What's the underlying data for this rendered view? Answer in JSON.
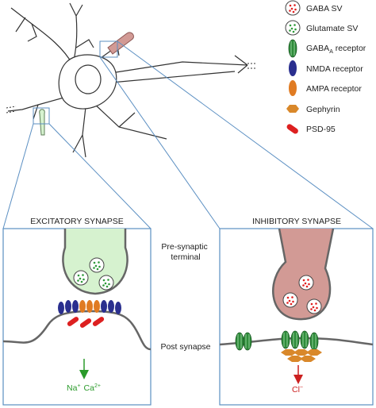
{
  "legend": {
    "items": [
      {
        "label": "GABA SV",
        "icon": "gaba-vesicle-icon"
      },
      {
        "label": "Glutamate SV",
        "icon": "glutamate-vesicle-icon"
      },
      {
        "label": "GABA",
        "sub": "A",
        "suffix": " receptor",
        "icon": "gaba-a-receptor-icon"
      },
      {
        "label": "NMDA receptor",
        "icon": "nmda-receptor-icon"
      },
      {
        "label": "AMPA receptor",
        "icon": "ampa-receptor-icon"
      },
      {
        "label": "Gephyrin",
        "icon": "gephyrin-icon"
      },
      {
        "label": "PSD-95",
        "icon": "psd95-icon"
      }
    ]
  },
  "panels": {
    "excitatory": {
      "title": "EXCITATORY SYNAPSE",
      "ions": {
        "na": "Na",
        "na_charge": "+",
        "ca": "Ca",
        "ca_charge": "2+"
      }
    },
    "inhibitory": {
      "title": "INHIBITORY SYNAPSE",
      "ions": {
        "cl": "Cl",
        "cl_charge": "−"
      }
    }
  },
  "center_labels": {
    "presynaptic_line1": "Pre-synaptic",
    "presynaptic_line2": "terminal",
    "postsynapse": "Post synapse"
  },
  "colors": {
    "gaba_fill": "#d29a95",
    "gaba_stroke": "#8a5552",
    "glutamate_fill": "#d6f2cf",
    "glutamate_stroke": "#5f7f5a",
    "gaba_a_receptor": "#2e8b3a",
    "nmda_receptor": "#2a2f8f",
    "ampa_receptor": "#e07b22",
    "gephyrin": "#d9882a",
    "psd95": "#dd2020",
    "red_dot": "#e02020",
    "green_dot": "#2f9a3a",
    "zoom_lines": "#5b8fc2",
    "membrane": "#666666",
    "excitatory_arrow": "#2a9a2a",
    "inhibitory_arrow": "#cc2020"
  }
}
